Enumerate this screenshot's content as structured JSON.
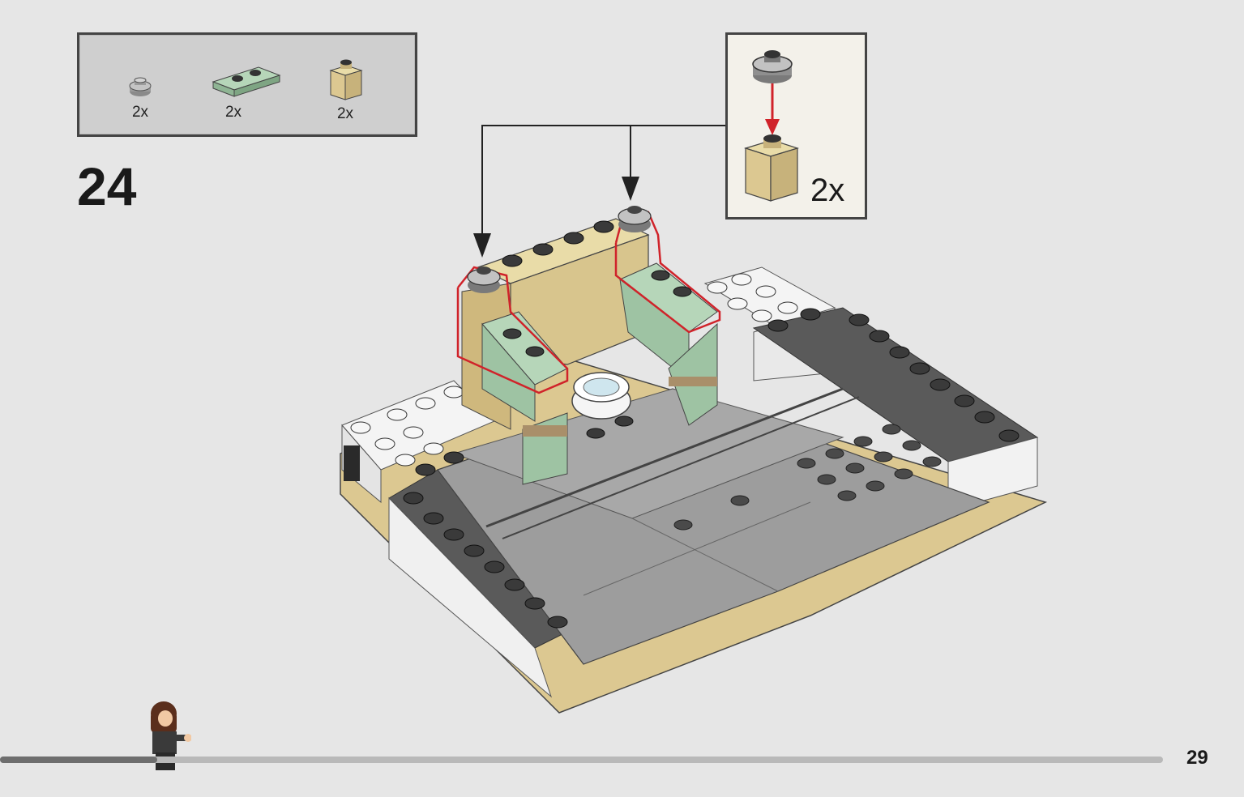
{
  "parts": [
    {
      "name": "round-plate-1x1-gray",
      "qty": "2x"
    },
    {
      "name": "plate-1x2-green",
      "qty": "2x"
    },
    {
      "name": "brick-1x1-tan",
      "qty": "2x"
    }
  ],
  "step": "24",
  "subassembly": {
    "qty": "2x"
  },
  "page": {
    "number": "29",
    "progress_fraction": 0.135
  },
  "colors": {
    "background": "#e6e6e6",
    "highlight": "#d0232a",
    "tan": "#dcc891",
    "sand_green": "#9ec3a3",
    "dark_gray": "#4a4a4a",
    "light_gray": "#a5a5a5"
  }
}
